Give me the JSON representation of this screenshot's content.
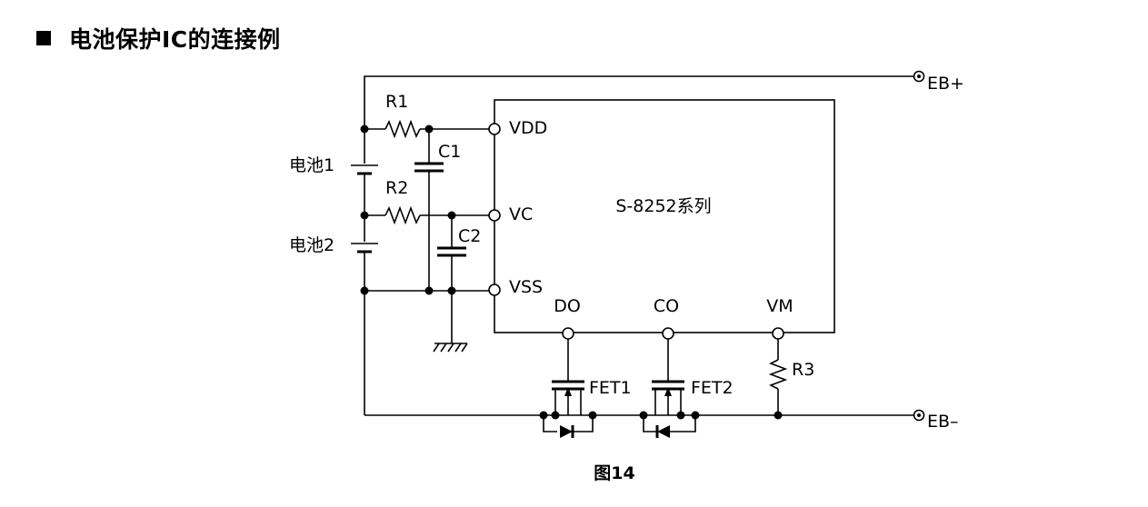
{
  "heading": "电池保护IC的连接例",
  "chip_name": "S-8252系列",
  "pins": {
    "vdd": "VDD",
    "vc": "VC",
    "vss": "VSS",
    "do": "DO",
    "co": "CO",
    "vm": "VM"
  },
  "terminals": {
    "eb_plus": "EB+",
    "eb_minus": "EB–"
  },
  "resistors": {
    "r1": "R1",
    "r2": "R2",
    "r3": "R3"
  },
  "capacitors": {
    "c1": "C1",
    "c2": "C2"
  },
  "batteries": {
    "bat1": "电池1",
    "bat2": "电池2"
  },
  "fets": {
    "fet1": "FET1",
    "fet2": "FET2"
  },
  "caption": "图14"
}
